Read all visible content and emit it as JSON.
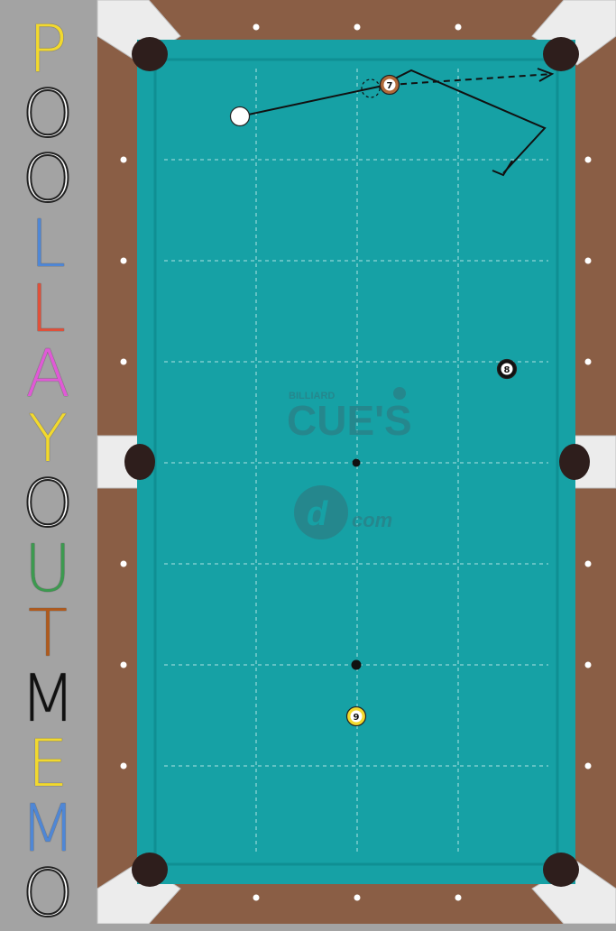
{
  "app": {
    "title_letters": [
      {
        "char": "P",
        "color": "#f2d92e"
      },
      {
        "char": "O",
        "color": "#ffffff"
      },
      {
        "char": "O",
        "color": "#ffffff"
      },
      {
        "char": "L",
        "color": "#4f87d6"
      },
      {
        "char": "L",
        "color": "#e0503a"
      },
      {
        "char": "A",
        "color": "#e05ad6"
      },
      {
        "char": "Y",
        "color": "#f2d92e"
      },
      {
        "char": "O",
        "color": "#ffffff"
      },
      {
        "char": "U",
        "color": "#3c9a4f"
      },
      {
        "char": "T",
        "color": "#b05a1c"
      },
      {
        "char": "M",
        "color": "#111111"
      },
      {
        "char": "E",
        "color": "#f2d92e"
      },
      {
        "char": "M",
        "color": "#4f87d6"
      },
      {
        "char": "O",
        "color": "#ffffff"
      }
    ]
  },
  "table": {
    "cloth_color": "#16a1a5",
    "rail_color": "#8a5e45",
    "watermark": {
      "small": "BILLIARD",
      "big": "CUE'S",
      "logo": "com"
    }
  },
  "balls": [
    {
      "id": "cue",
      "label": "",
      "color": "#ffffff"
    },
    {
      "id": "seven",
      "label": "7",
      "color": "#b06a3a"
    },
    {
      "id": "eight",
      "label": "8",
      "color": "#111111"
    },
    {
      "id": "nine",
      "label": "9",
      "color": "#f2d92e"
    }
  ]
}
